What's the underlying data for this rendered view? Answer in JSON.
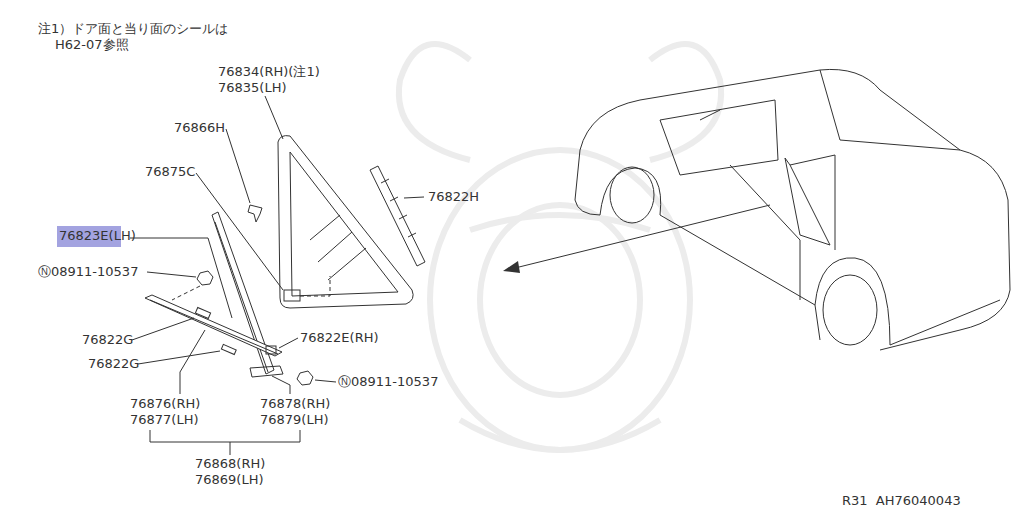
{
  "diagram": {
    "labels": [
      "注1）ドア面と当り面のシールは",
      "H62-07参照",
      "76834(RH)(注1)",
      "76835(LH)",
      "76866H",
      "76875C",
      "76822H",
      "76823E(LH)",
      "Ⓝ08911-10537",
      "76822G",
      "76822E(RH)",
      "76822G",
      "Ⓝ08911-10537",
      "76876(RH)",
      "76877(LH)",
      "76878(RH)",
      "76879(LH)",
      "76868(RH)",
      "76869(LH)",
      "R31  AH76040043"
    ]
  }
}
